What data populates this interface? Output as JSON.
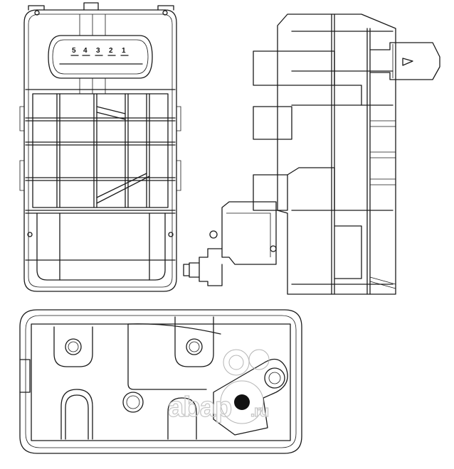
{
  "connector": {
    "pins": [
      "5",
      "4",
      "3",
      "2",
      "1"
    ]
  },
  "watermark": {
    "text": "abap",
    "suffix": ".ru"
  }
}
